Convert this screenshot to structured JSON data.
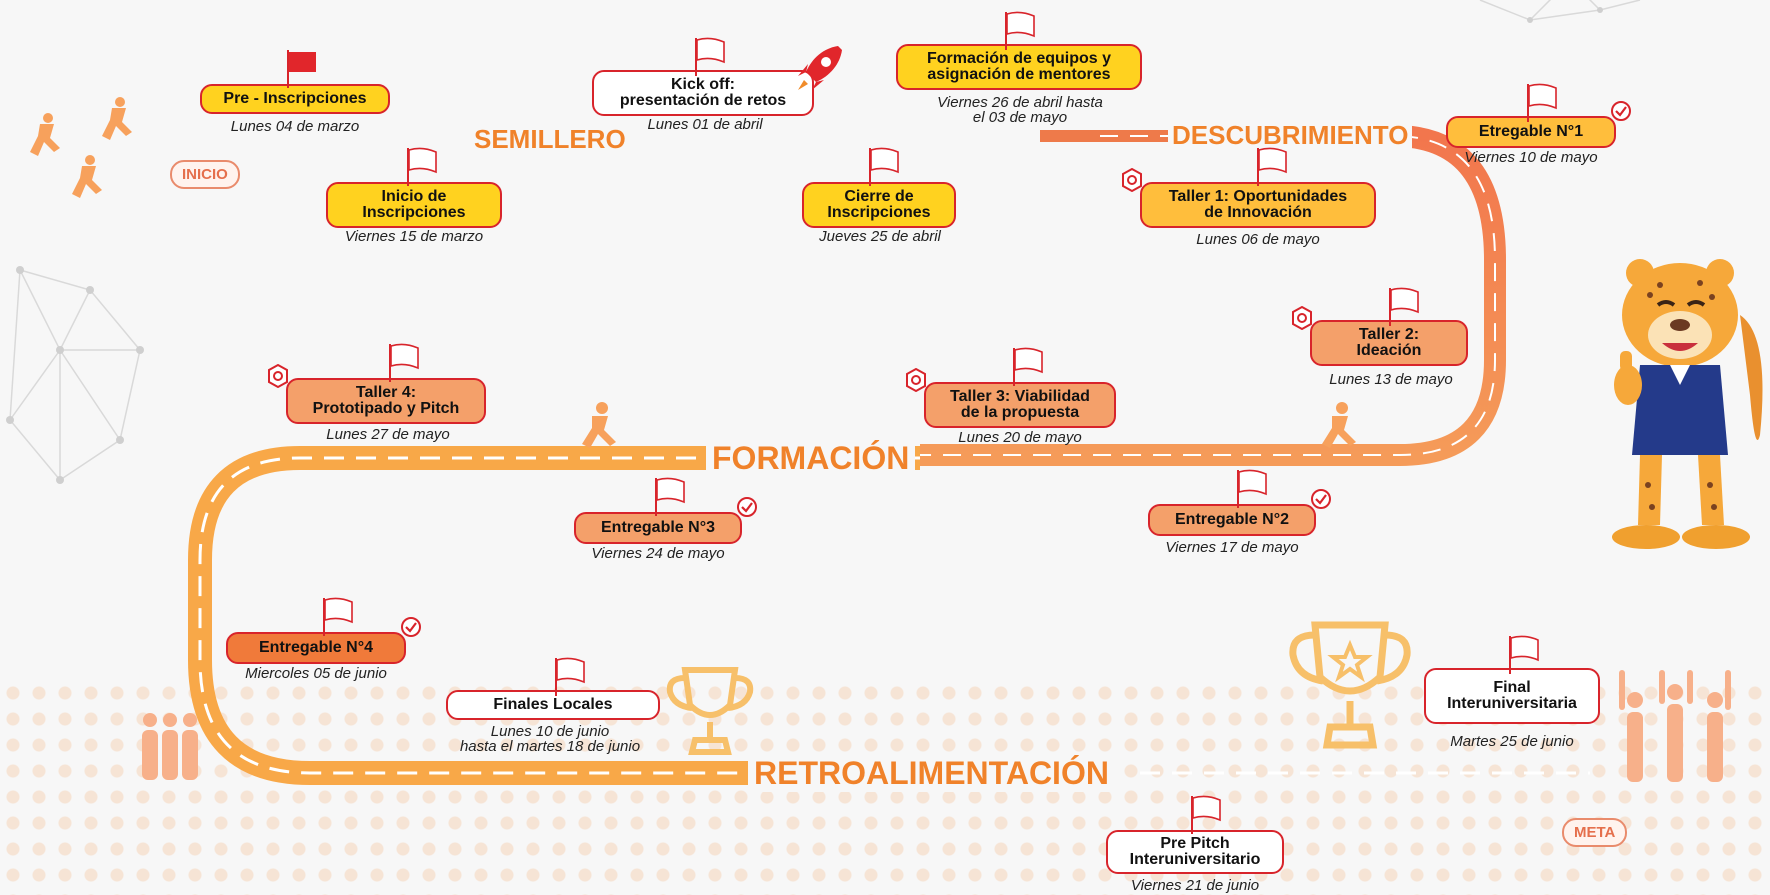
{
  "phases": {
    "semillero": "SEMILLERO",
    "descubrimiento": "DESCUBRIMIENTO",
    "formacion": "FORMACIÓN",
    "retroalimentacion": "RETROALIMENTACIÓN"
  },
  "tags": {
    "start": "INICIO",
    "end": "META"
  },
  "milestones": [
    {
      "id": "pre-inscripciones",
      "title": "Pre - Inscripciones",
      "date": "Lunes 04 de marzo",
      "fill": "#ffd21f",
      "flag": "red"
    },
    {
      "id": "inicio-inscripciones",
      "title": "Inicio de\nInscripciones",
      "date": "Viernes 15 de marzo",
      "fill": "#ffd21f",
      "flag": "outline"
    },
    {
      "id": "kick-off",
      "title": "Kick off:\npresentación de retos",
      "date": "Lunes 01 de abril",
      "fill": "#ffffff",
      "flag": "outline"
    },
    {
      "id": "cierre-inscripciones",
      "title": "Cierre de\nInscripciones",
      "date": "Jueves 25 de abril",
      "fill": "#ffd21f",
      "flag": "outline"
    },
    {
      "id": "formacion-equipos",
      "title": "Formación de equipos y\nasignación de mentores",
      "date": "Viernes 26 de abril hasta\nel 03 de mayo",
      "fill": "#ffd21f",
      "flag": "outline"
    },
    {
      "id": "taller-1",
      "title": "Taller 1: Oportunidades\nde Innovación",
      "date": "Lunes 06 de mayo",
      "fill": "#ffbe3c",
      "flag": "outline"
    },
    {
      "id": "entregable-1",
      "title": "Etregable N°1",
      "date": "Viernes 10 de mayo",
      "fill": "#ffbe3c",
      "flag": "outline"
    },
    {
      "id": "taller-2",
      "title": "Taller 2:\nIdeación",
      "date": "Lunes 13 de mayo",
      "fill": "#f4a06a",
      "flag": "outline"
    },
    {
      "id": "entregable-2",
      "title": "Entregable N°2",
      "date": "Viernes 17 de mayo",
      "fill": "#f4a06a",
      "flag": "outline"
    },
    {
      "id": "taller-3",
      "title": "Taller 3: Viabilidad\nde la propuesta",
      "date": "Lunes 20 de mayo",
      "fill": "#f4a06a",
      "flag": "outline"
    },
    {
      "id": "entregable-3",
      "title": "Entregable N°3",
      "date": "Viernes 24 de mayo",
      "fill": "#f4a06a",
      "flag": "outline"
    },
    {
      "id": "taller-4",
      "title": "Taller 4:\nPrototipado y Pitch",
      "date": "Lunes 27 de mayo",
      "fill": "#f4a06a",
      "flag": "outline"
    },
    {
      "id": "entregable-4",
      "title": "Entregable N°4",
      "date": "Miercoles 05 de junio",
      "fill": "#f07a3a",
      "flag": "outline"
    },
    {
      "id": "finales-locales",
      "title": "Finales Locales",
      "date": "Lunes 10 de junio\nhasta el martes 18 de junio",
      "fill": "#ffffff",
      "flag": "outline"
    },
    {
      "id": "pre-pitch",
      "title": "Pre Pitch\nInteruniversitario",
      "date": "Viernes 21 de junio",
      "fill": "#ffffff",
      "flag": "outline"
    },
    {
      "id": "final-interuniversitaria",
      "title": "Final\nInteruniversitaria",
      "date": "Martes 25 de junio",
      "fill": "#ffffff",
      "flag": "outline"
    }
  ],
  "colors": {
    "road_start": "#f9c55a",
    "road_mid": "#f39447",
    "road_end": "#ee4c35",
    "border": "#d8242b",
    "phase_text": "#f0822a"
  }
}
